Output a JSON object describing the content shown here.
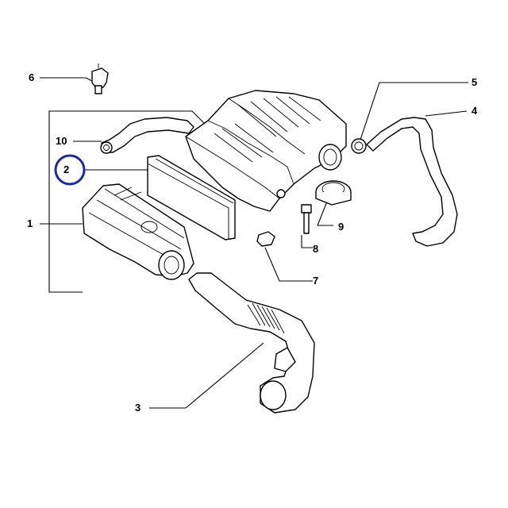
{
  "callouts": {
    "c1": "1",
    "c2": "2",
    "c3": "3",
    "c4": "4",
    "c5": "5",
    "c6": "6",
    "c7": "7",
    "c8": "8",
    "c9": "9",
    "c10": "10"
  },
  "highlight": {
    "target": "2",
    "color": "#1a2aa8"
  }
}
